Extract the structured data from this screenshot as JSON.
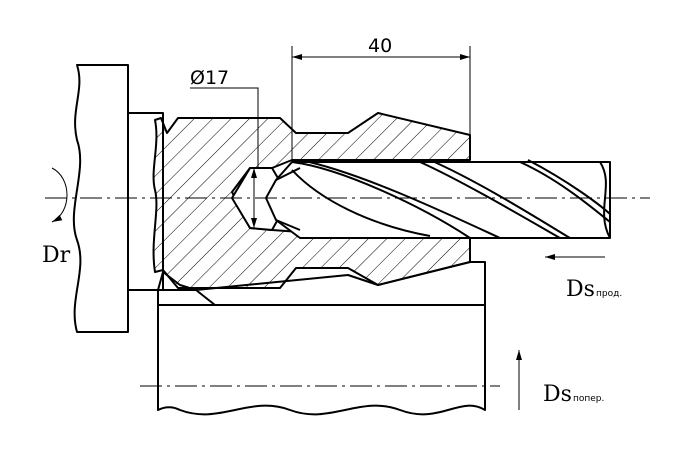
{
  "dimensions": {
    "length": "40",
    "diameter": "Ø17"
  },
  "motions": {
    "main_rotation": "Dr",
    "feed_longitudinal": {
      "symbol": "Ds",
      "subscript": "прод."
    },
    "feed_cross": {
      "symbol": "Ds",
      "subscript": "попер."
    }
  }
}
